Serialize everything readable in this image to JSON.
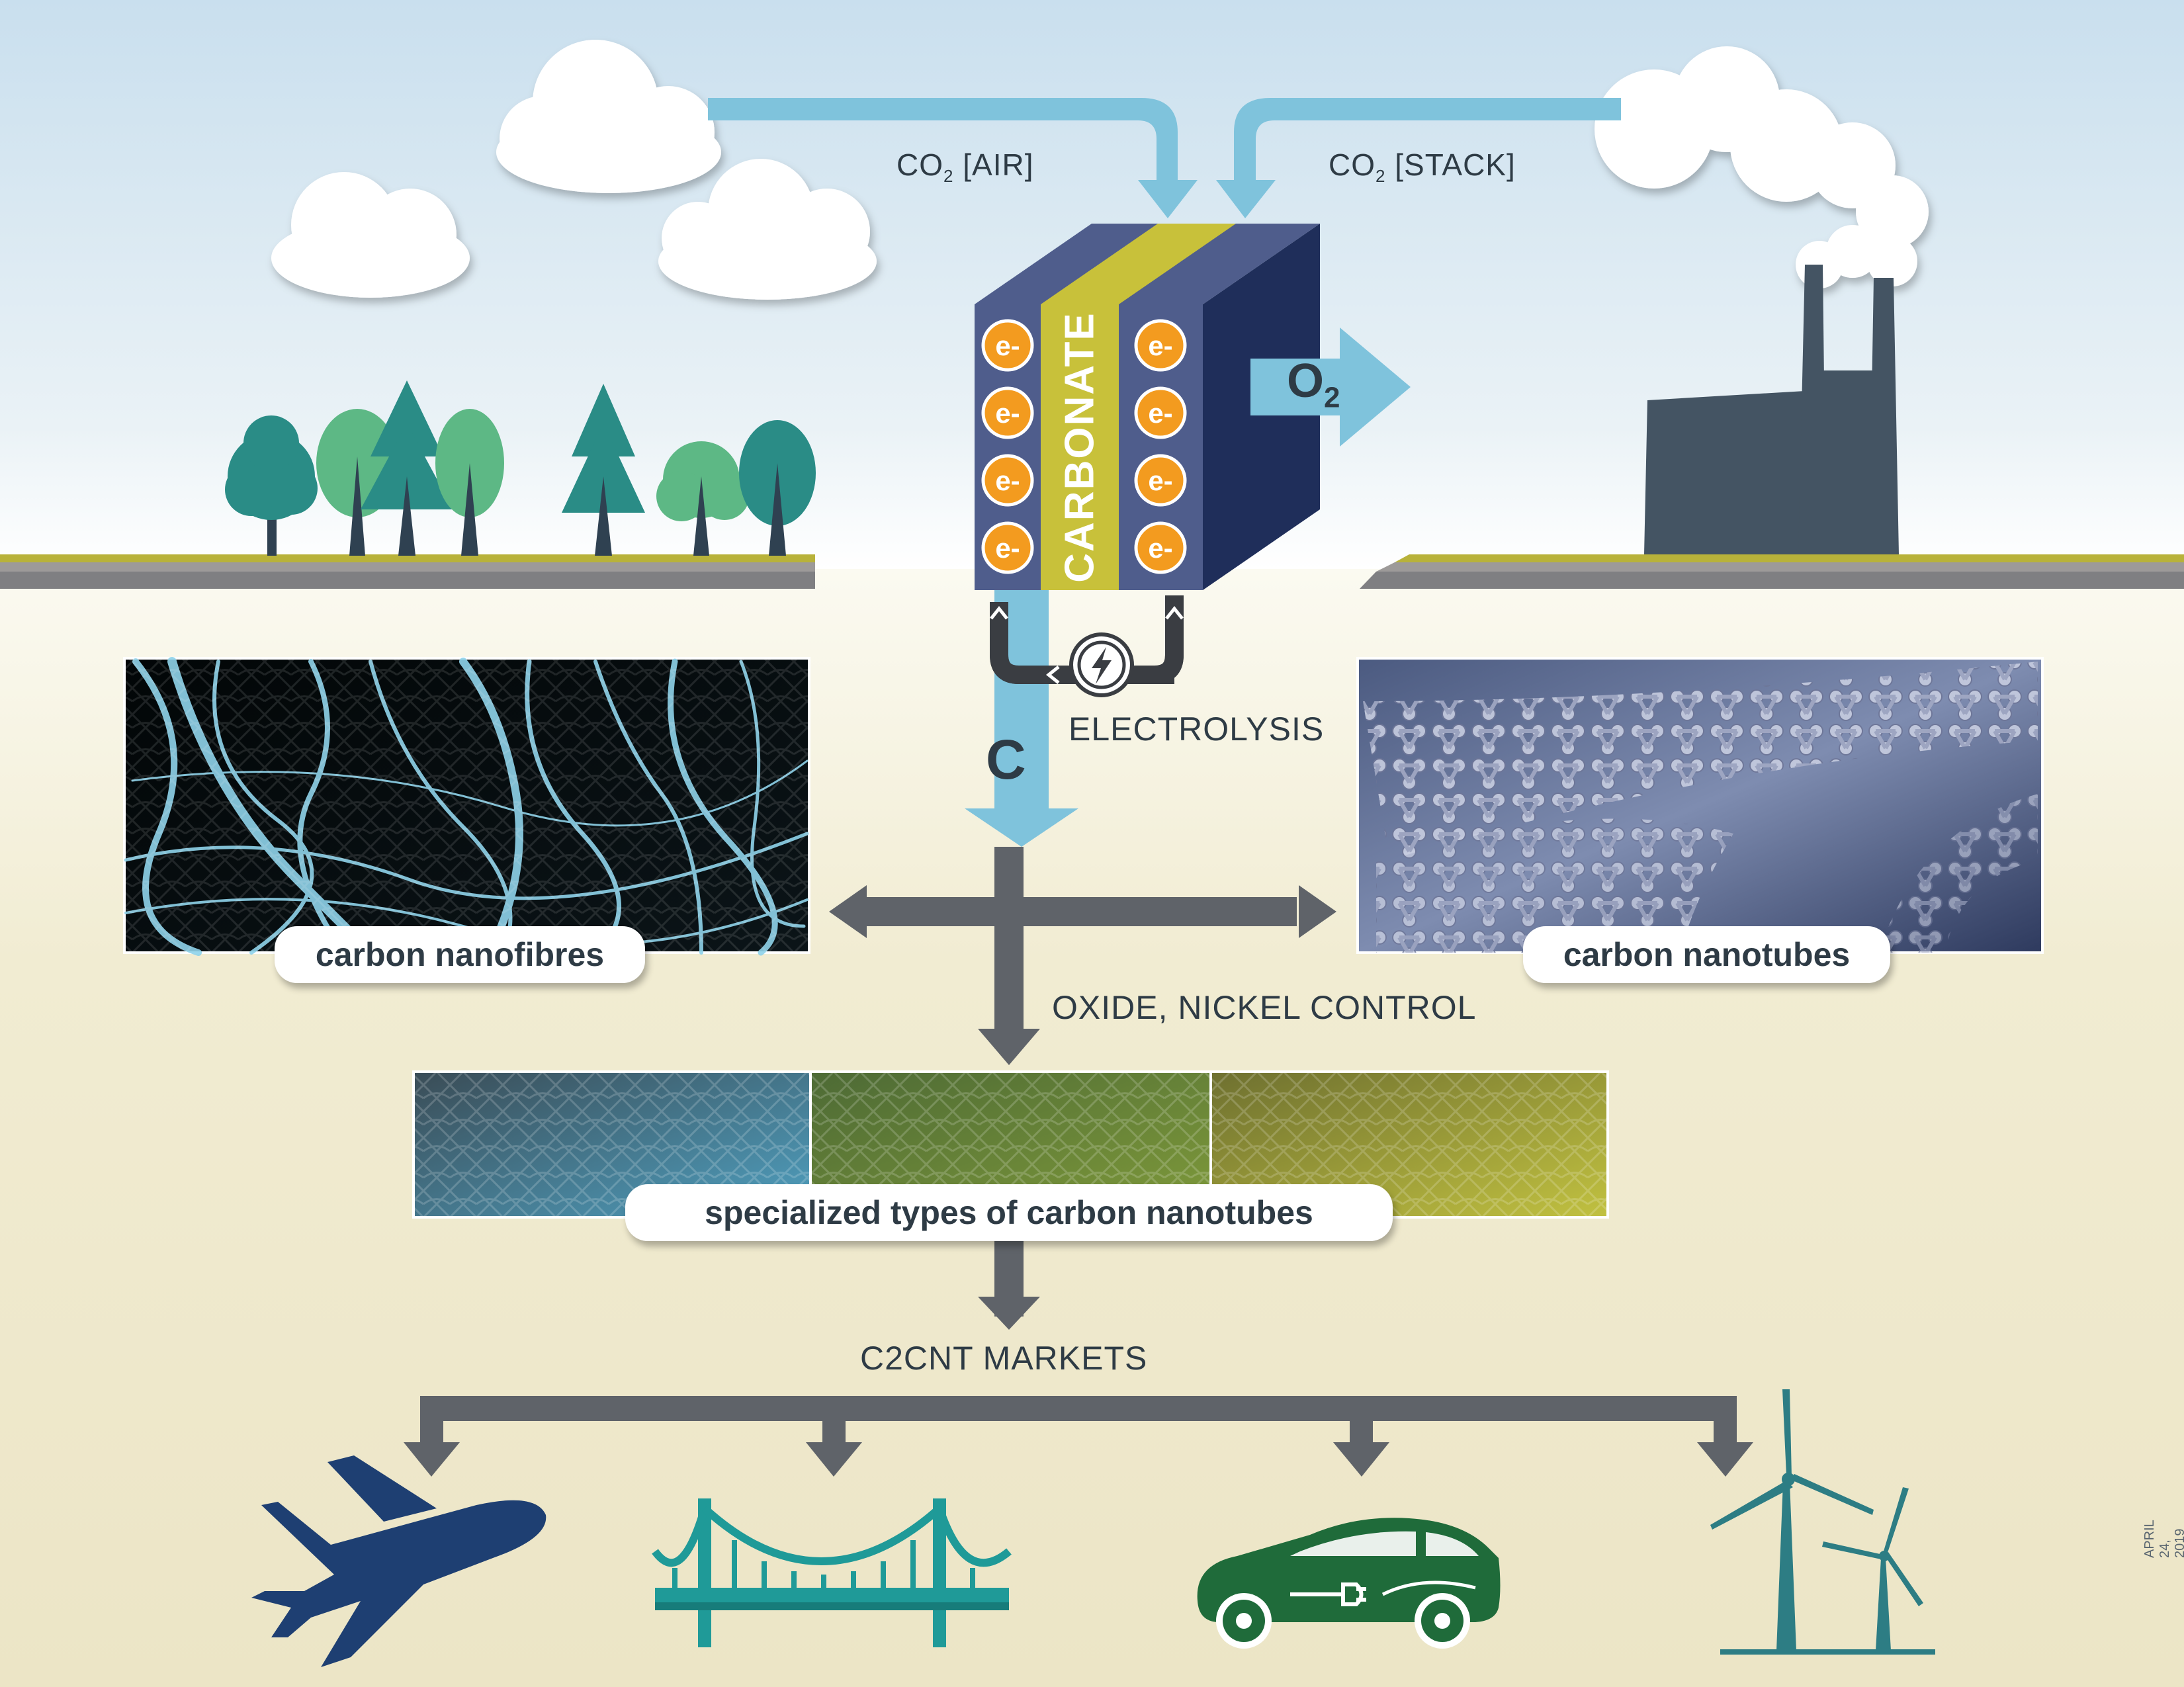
{
  "labels": {
    "co2_prefix": "CO",
    "co2_sub": "2",
    "air": "[AIR]",
    "stack": "[STACK]",
    "o2_main": "O",
    "o2_sub": "2",
    "carbonate": "CARBONATE",
    "electron": "e-",
    "electrolysis": "ELECTROLYSIS",
    "carbon": "C",
    "oxide_nickel": "OXIDE, NICKEL CONTROL",
    "markets": "C2CNT MARKETS",
    "date": "APRIL 24, 2019"
  },
  "captions": {
    "nanofibres": "carbon nanofibres",
    "nanotubes": "carbon nanotubes",
    "specialized": "specialized types of carbon nanotubes"
  },
  "colors": {
    "arrow_blue": "#7fc3dc",
    "cell_navy": "#1f2e5a",
    "cell_stripe": "#4f5d8c",
    "carbonate_yellow": "#c8c13a",
    "electron_orange": "#f39b1f",
    "flow_gray": "#5f6369",
    "factory": "#445463",
    "tree_teal": "#2a8c86",
    "tree_green": "#5db885",
    "tree_dark": "#2f5d74",
    "ground_olive": "#b8b23a",
    "plane": "#1e3f72",
    "bridge": "#1f9a98",
    "car": "#1f6b3a",
    "turbine": "#2d7d84"
  },
  "icons": [
    "cloud-icon",
    "tree-icon",
    "factory-icon",
    "lightning-icon",
    "airplane-icon",
    "bridge-icon",
    "electric-car-icon",
    "wind-turbine-icon"
  ]
}
